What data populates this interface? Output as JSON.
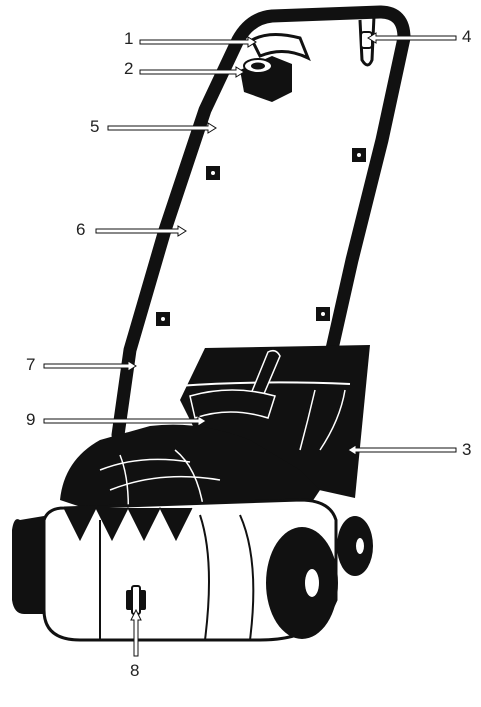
{
  "figure": {
    "subject": "scarifier-illustration",
    "colors": {
      "ink": "#111111",
      "paper": "#ffffff",
      "label": "#222222"
    },
    "callouts": [
      {
        "id": "1",
        "label": "1",
        "part": "switch-lever"
      },
      {
        "id": "2",
        "label": "2",
        "part": "safety-lock-button"
      },
      {
        "id": "3",
        "label": "3",
        "part": "grass-collector-bag"
      },
      {
        "id": "4",
        "label": "4",
        "part": "cable-strain-relief"
      },
      {
        "id": "5",
        "label": "5",
        "part": "upper-push-bar"
      },
      {
        "id": "6",
        "label": "6",
        "part": "handle-quick-release"
      },
      {
        "id": "7",
        "label": "7",
        "part": "lower-push-bar"
      },
      {
        "id": "8",
        "label": "8",
        "part": "depth-adjustment-knob"
      },
      {
        "id": "9",
        "label": "9",
        "part": "carry-handle"
      }
    ]
  }
}
